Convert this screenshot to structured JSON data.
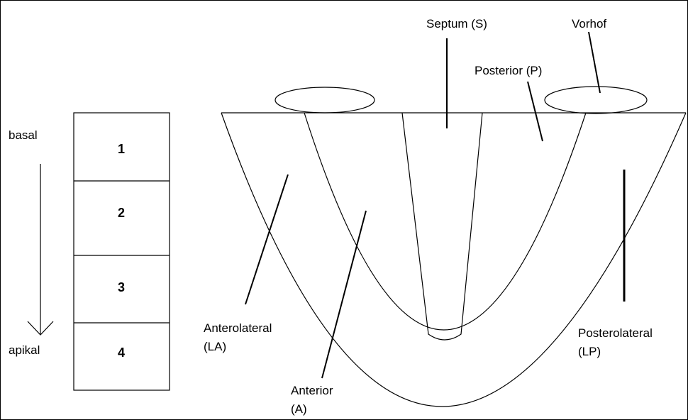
{
  "direction": {
    "top": "basal",
    "bottom": "apikal"
  },
  "segments": [
    "1",
    "2",
    "3",
    "4"
  ],
  "labels": {
    "septum": "Septum (S)",
    "vorhof": "Vorhof",
    "posterior": "Posterior (P)",
    "anterolateral": [
      "Anterolateral",
      "(LA)"
    ],
    "anterior": [
      "Anterior",
      "(A)"
    ],
    "posterolateral": [
      "Posterolateral",
      "(LP)"
    ]
  }
}
